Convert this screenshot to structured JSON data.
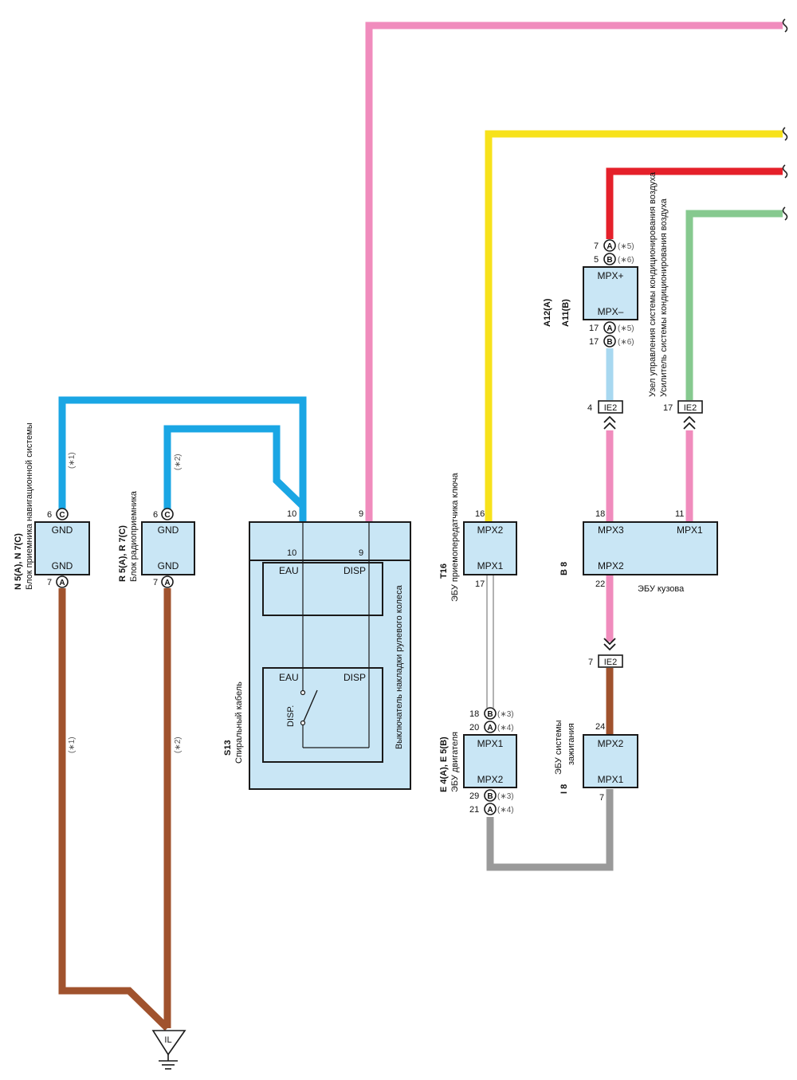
{
  "colors": {
    "pink": "#f08cbd",
    "yellow": "#f7e21b",
    "red": "#e5202a",
    "green": "#86c98f",
    "blue": "#1aa6e4",
    "lightblue": "#a8d8f0",
    "brown": "#a0522d",
    "gray": "#9a9a9a",
    "box_fill": "#c9e6f5"
  },
  "components": {
    "nav": {
      "id": "N 5(A), N 7(C)",
      "name": "Блок приемника навигационной системы",
      "pin_top": "GND",
      "pin_bottom": "GND",
      "pin_top_num": "6",
      "pin_top_conn": "C",
      "pin_bottom_num": "7",
      "pin_bottom_conn": "A",
      "wire_note_top": "(∗1)",
      "wire_note_bottom": "(∗1)"
    },
    "radio": {
      "id": "R 5(A), R 7(C)",
      "name": "Блок радиоприемника",
      "pin_top": "GND",
      "pin_bottom": "GND",
      "pin_top_num": "6",
      "pin_top_conn": "C",
      "pin_bottom_num": "7",
      "pin_bottom_conn": "A",
      "wire_note_top": "(∗2)",
      "wire_note_bottom": "(∗2)"
    },
    "spiral": {
      "id": "S13",
      "name": "Спиральный кабель",
      "switch_name": "Выключатель накладки рулевого колеса",
      "pin_10": "10",
      "pin_9": "9",
      "eau": "EAU",
      "disp": "DISP",
      "switch_label": "DISP."
    },
    "key_ecu": {
      "id": "T16",
      "name": "ЭБУ приемопередатчика ключа",
      "pin_top": "MPX2",
      "pin_bottom": "MPX1",
      "pin_top_num": "16",
      "pin_bottom_num": "17"
    },
    "engine_ecu": {
      "id": "E 4(A), E 5(B)",
      "name": "ЭБУ двигателя",
      "pin_top": "MPX1",
      "pin_bottom": "MPX2",
      "top_pins": [
        {
          "num": "18",
          "conn": "B",
          "note": "(∗3)"
        },
        {
          "num": "20",
          "conn": "A",
          "note": "(∗4)"
        }
      ],
      "bottom_pins": [
        {
          "num": "29",
          "conn": "B",
          "note": "(∗3)"
        },
        {
          "num": "21",
          "conn": "A",
          "note": "(∗4)"
        }
      ]
    },
    "body_ecu": {
      "id": "B 8",
      "name": "ЭБУ кузова",
      "mpx3": "MPX3",
      "mpx1": "MPX1",
      "mpx2": "MPX2",
      "pin_mpx3": "18",
      "pin_mpx1": "11",
      "pin_mpx2": "22"
    },
    "ignition_ecu": {
      "id": "I 8",
      "name_line1": "ЭБУ системы",
      "name_line2": "зажигания",
      "pin_top": "MPX2",
      "pin_bottom": "MPX1",
      "pin_top_num": "24",
      "pin_bottom_num": "7"
    },
    "ac": {
      "id_a": "A12(A)",
      "id_b": "A11(B)",
      "name_a": "Узел управления системы кондиционирования воздуха",
      "name_b": "Усилитель системы кондиционирования воздуха",
      "pin_top": "MPX+",
      "pin_bottom": "MPX–",
      "top_pins": [
        {
          "num": "7",
          "conn": "A",
          "note": "(∗5)"
        },
        {
          "num": "5",
          "conn": "B",
          "note": "(∗6)"
        }
      ],
      "bottom_pins": [
        {
          "num": "17",
          "conn": "A",
          "note": "(∗5)"
        },
        {
          "num": "17",
          "conn": "B",
          "note": "(∗6)"
        }
      ]
    }
  },
  "junctions": {
    "ie2_a": {
      "label": "IE2",
      "num": "4"
    },
    "ie2_b": {
      "label": "IE2",
      "num": "17"
    },
    "ie2_c": {
      "label": "IE2",
      "num": "7"
    }
  },
  "ground": {
    "label": "IL"
  }
}
